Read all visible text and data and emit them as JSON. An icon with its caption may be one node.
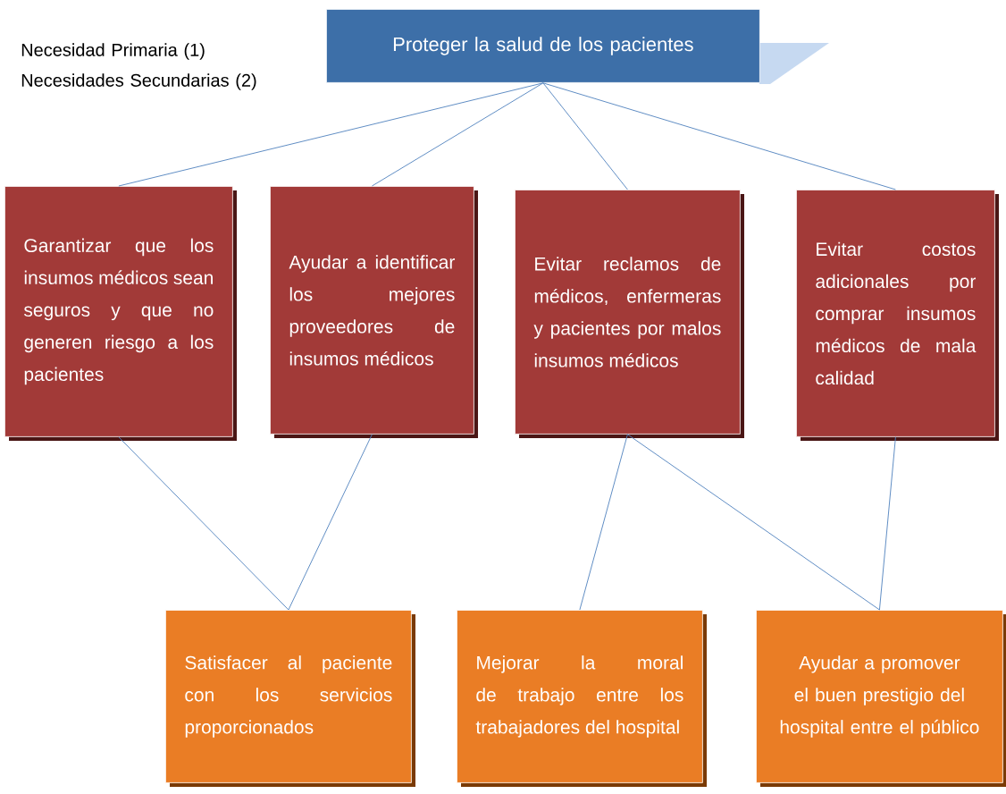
{
  "diagram": {
    "nodes": [
      {
        "text": [
          "Proteger la salud de los pacientes"
        ]
      },
      {
        "text": [
          "Garantizar que los insumos médicos sean seguros y que no generen riesgo a los pacientes"
        ]
      },
      {
        "text": [
          "Ayudar a identificar los mejores proveedores de insumos médicos"
        ]
      },
      {
        "text": [
          "Evitar reclamos de médicos, enfermeras y pacientes por malos insumos médicos"
        ]
      },
      {
        "text": [
          "Evitar costos adicionales por comprar insumos médicos de mala calidad"
        ]
      },
      {
        "text": [
          "Satisfacer al paciente con los servicios proporcionados"
        ]
      },
      {
        "text": [
          "Mejorar la moral de trabajo entre los trabajadores del hospital"
        ]
      },
      {
        "text": [
          "Ayudar a promover el buen prestigio del hospital entre el público"
        ]
      }
    ],
    "edges": [
      {
        "from": 0,
        "to": 1,
        "arrow": "none"
      },
      {
        "from": 0,
        "to": 2,
        "arrow": "none"
      },
      {
        "from": 0,
        "to": 3,
        "arrow": "none"
      },
      {
        "from": 0,
        "to": 4,
        "arrow": "none"
      },
      {
        "from": 1,
        "to": 5,
        "arrow": "none"
      },
      {
        "from": 2,
        "to": 5,
        "arrow": "none"
      },
      {
        "from": 3,
        "to": 6,
        "arrow": "none"
      },
      {
        "from": 3,
        "to": 7,
        "arrow": "none"
      },
      {
        "from": 4,
        "to": 7,
        "arrow": "none"
      }
    ],
    "labels": [
      "Necesidad Primaria (1)",
      "Necesidades Secundarias (2)"
    ]
  }
}
